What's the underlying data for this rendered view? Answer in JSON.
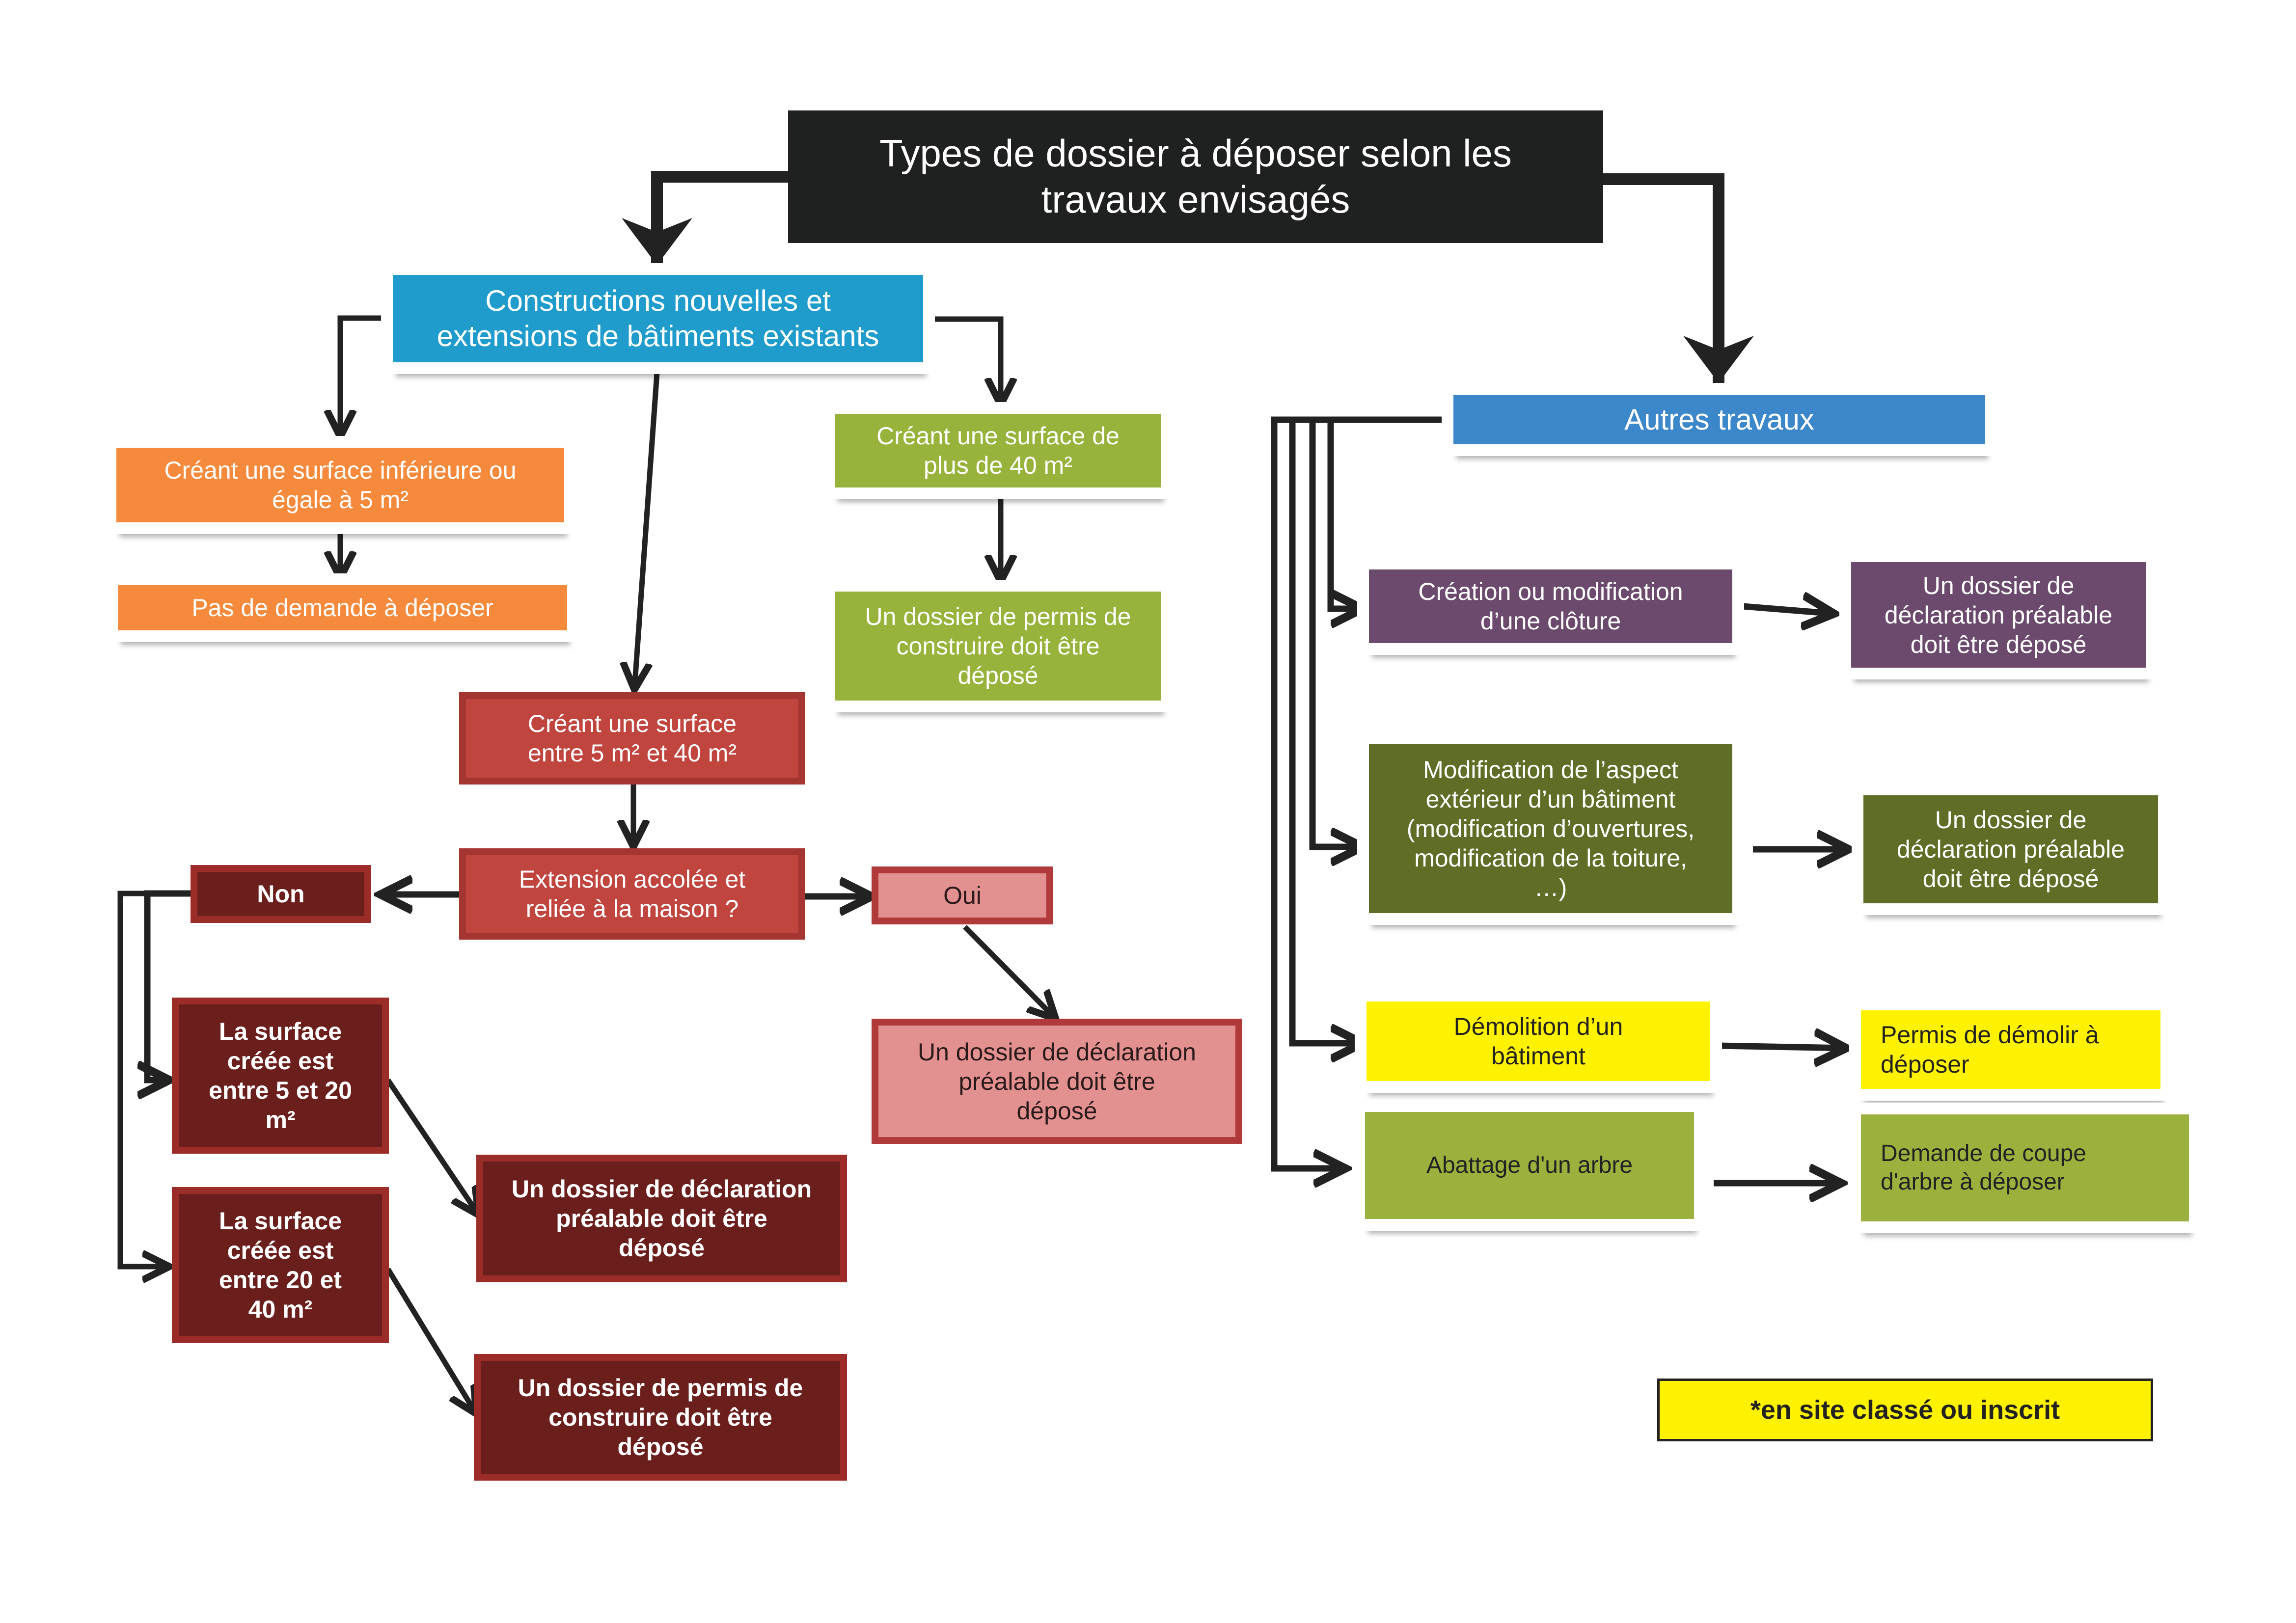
{
  "diagram": {
    "title": "Types de dossier à déposer selon les\ntravaux envisagés",
    "left_branch": {
      "root": "Constructions nouvelles et\nextensions de bâtiments existants",
      "small": {
        "condition": "Créant une surface inférieure ou\négale à 5 m²",
        "result": "Pas de demande à déposer"
      },
      "large": {
        "condition": "Créant une surface de\nplus de 40 m²",
        "result": "Un dossier de permis de\nconstruire doit être\ndéposé"
      },
      "medium": {
        "condition": "Créant une surface\nentre 5 m² et 40 m²",
        "question": "Extension accolée et\nreliée à la maison ?",
        "yes_label": "Oui",
        "yes_result": "Un dossier de déclaration\npréalable doit être\ndéposé",
        "no_label": "Non",
        "no_options": [
          {
            "condition": "La surface\ncréée est\nentre 5 et 20\nm²",
            "result": "Un dossier de déclaration\npréalable doit être\ndéposé"
          },
          {
            "condition": "La surface\ncréée est\nentre 20 et\n40 m²",
            "result": "Un dossier de permis de\nconstruire doit être\ndéposé"
          }
        ]
      }
    },
    "right_branch": {
      "root": "Autres travaux",
      "items": [
        {
          "work": "Création ou modification\nd’une clôture",
          "result": "Un dossier de\ndéclaration préalable\ndoit être déposé"
        },
        {
          "work": "Modification de l’aspect\nextérieur d’un bâtiment\n(modification d’ouvertures,\nmodification de la toiture,\n…)",
          "result": "Un dossier de\ndéclaration préalable\ndoit être déposé"
        },
        {
          "work": "Démolition d’un\nbâtiment",
          "result": "Permis de démolir à\ndéposer"
        },
        {
          "work": "Abattage d'un arbre",
          "result": "Demande de coupe\nd'arbre à déposer"
        }
      ]
    },
    "footnote": "*en site classé ou inscrit"
  },
  "colors": {
    "title_bg": "#1f2120",
    "construction_bg": "#1f9ccc",
    "autres_bg": "#3c87c9",
    "orange": "#f58a3c",
    "light_green": "#97b33b",
    "red": "#c1453f",
    "dark_red": "#6b1f1d",
    "pink": "#e39090",
    "purple": "#6b4a6d",
    "olive_green": "#5f6e27",
    "yellow": "#fff200",
    "arrow": "#222222"
  }
}
